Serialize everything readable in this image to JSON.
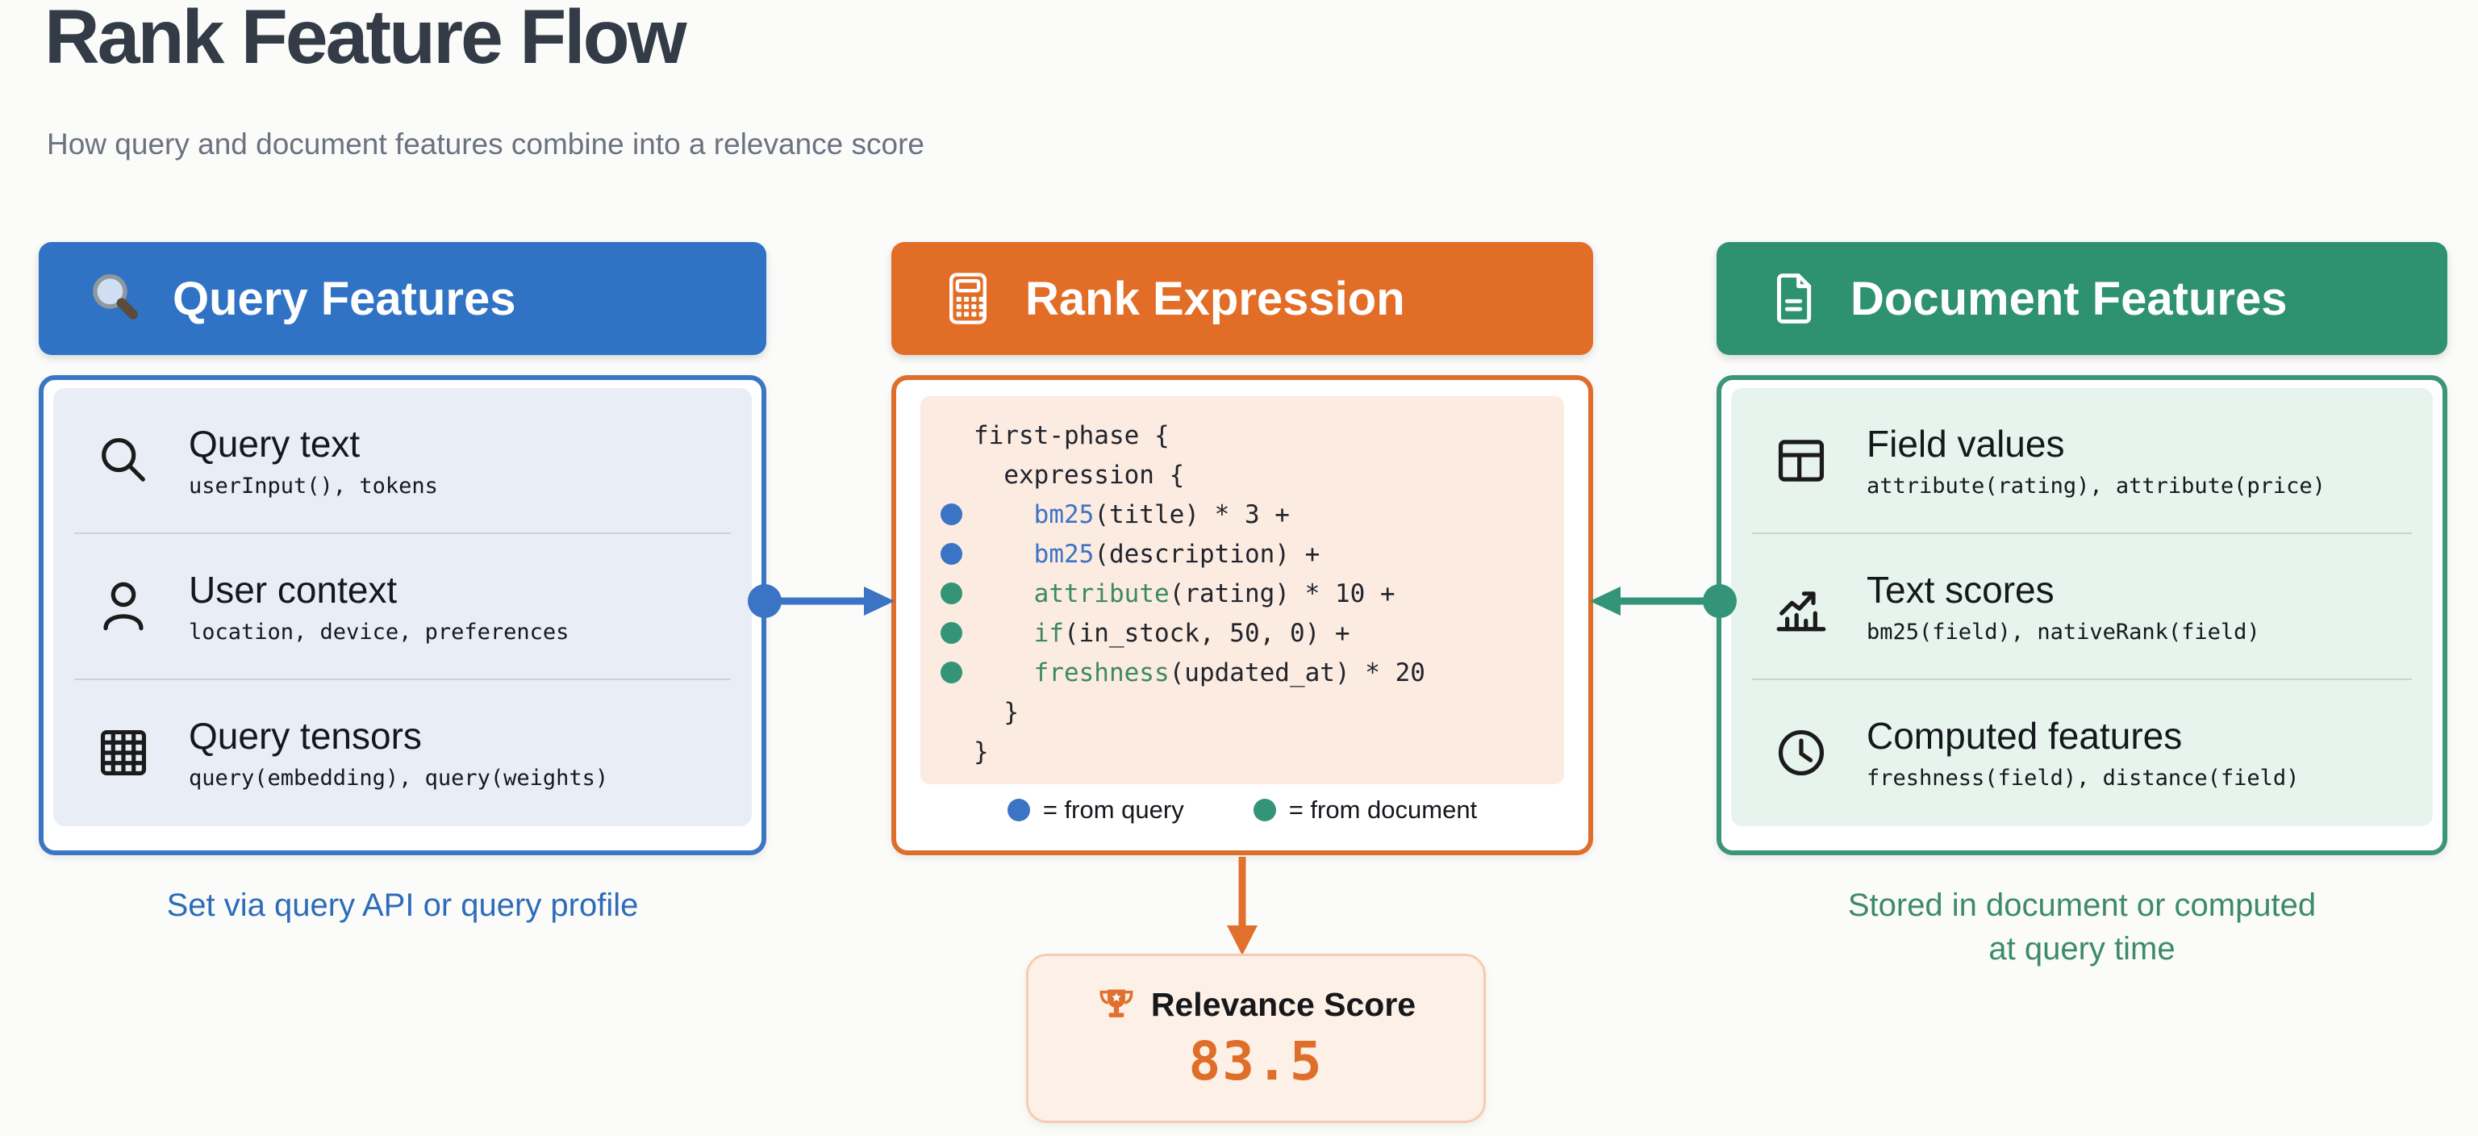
{
  "page": {
    "title": "Rank Feature Flow",
    "subtitle": "How query and document features combine into a relevance score"
  },
  "colors": {
    "query_accent": "#3072c3",
    "rank_accent": "#e26d27",
    "doc_accent": "#2e9170",
    "query_dot": "#3b74c4",
    "doc_dot": "#339478",
    "code_plain": "#20242c",
    "code_query_fn": "#3d73c6",
    "code_doc_fn": "#3c8a62",
    "score_value_color": "#de6e28"
  },
  "query_features": {
    "header": "Query Features",
    "header_icon": "magnifier-emoji-icon",
    "items": [
      {
        "icon": "search-icon",
        "title": "Query text",
        "detail": "userInput(), tokens"
      },
      {
        "icon": "user-icon",
        "title": "User context",
        "detail": "location, device, preferences"
      },
      {
        "icon": "tensor-grid-icon",
        "title": "Query tensors",
        "detail": "query(embedding), query(weights)"
      }
    ],
    "caption": "Set via query API or query profile"
  },
  "rank_expression": {
    "header": "Rank Expression",
    "header_icon": "calculator-icon",
    "code_lines": [
      {
        "dot": null,
        "segments": [
          {
            "text": "first-phase {",
            "type": "plain"
          }
        ]
      },
      {
        "dot": null,
        "segments": [
          {
            "text": "  expression {",
            "type": "plain"
          }
        ]
      },
      {
        "dot": "query",
        "segments": [
          {
            "text": "    ",
            "type": "plain"
          },
          {
            "text": "bm25",
            "type": "query_fn"
          },
          {
            "text": "(title) * 3 +",
            "type": "plain"
          }
        ]
      },
      {
        "dot": "query",
        "segments": [
          {
            "text": "    ",
            "type": "plain"
          },
          {
            "text": "bm25",
            "type": "query_fn"
          },
          {
            "text": "(description) +",
            "type": "plain"
          }
        ]
      },
      {
        "dot": "document",
        "segments": [
          {
            "text": "    ",
            "type": "plain"
          },
          {
            "text": "attribute",
            "type": "doc_fn"
          },
          {
            "text": "(rating) * 10 +",
            "type": "plain"
          }
        ]
      },
      {
        "dot": "document",
        "segments": [
          {
            "text": "    ",
            "type": "plain"
          },
          {
            "text": "if",
            "type": "doc_fn"
          },
          {
            "text": "(in_stock, 50, 0) +",
            "type": "plain"
          }
        ]
      },
      {
        "dot": "document",
        "segments": [
          {
            "text": "    ",
            "type": "plain"
          },
          {
            "text": "freshness",
            "type": "doc_fn"
          },
          {
            "text": "(updated_at) * 20",
            "type": "plain"
          }
        ]
      },
      {
        "dot": null,
        "segments": [
          {
            "text": "  }",
            "type": "plain"
          }
        ]
      },
      {
        "dot": null,
        "segments": [
          {
            "text": "}",
            "type": "plain"
          }
        ]
      }
    ],
    "legend": [
      {
        "source": "query",
        "label": "= from query"
      },
      {
        "source": "document",
        "label": "= from document"
      }
    ]
  },
  "document_features": {
    "header": "Document Features",
    "header_icon": "document-icon",
    "items": [
      {
        "icon": "table-icon",
        "title": "Field values",
        "detail": "attribute(rating), attribute(price)"
      },
      {
        "icon": "chart-icon",
        "title": "Text scores",
        "detail": "bm25(field), nativeRank(field)"
      },
      {
        "icon": "clock-icon",
        "title": "Computed features",
        "detail": "freshness(field), distance(field)"
      }
    ],
    "caption": "Stored in document or computed at query time"
  },
  "result": {
    "icon": "trophy-icon",
    "label": "Relevance Score",
    "value": "83.5"
  }
}
